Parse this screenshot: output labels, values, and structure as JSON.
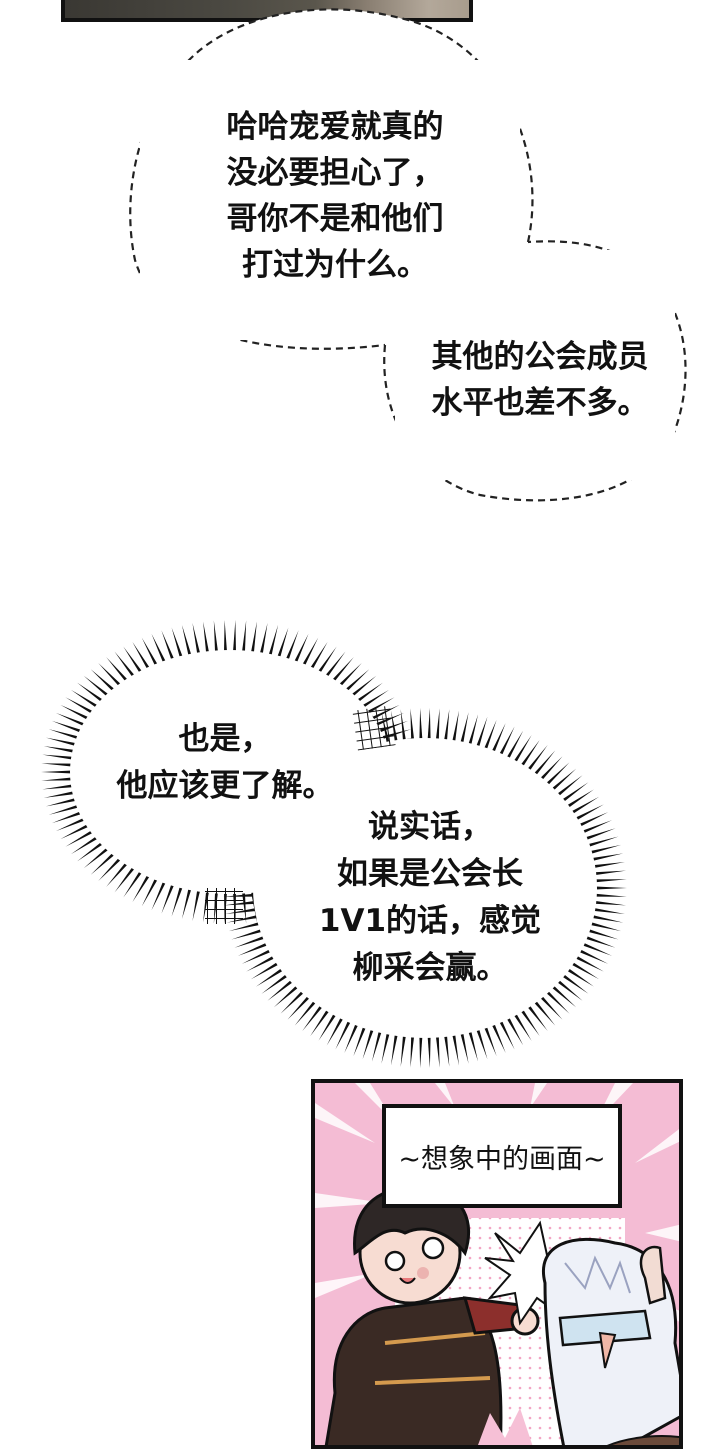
{
  "top_panel": {
    "description": "cropped art panel bottom edge"
  },
  "bubbles": {
    "dashed_left": {
      "lines": [
        "哈哈宠爱就真的",
        "没必要担心了，",
        "哥你不是和他们",
        "打过为什么。"
      ]
    },
    "dashed_right": {
      "lines": [
        "其他的公会成员",
        "水平也差不多。"
      ]
    },
    "spiky_left": {
      "lines": [
        "也是，",
        "他应该更了解。"
      ]
    },
    "spiky_right": {
      "lines": [
        "说实话，",
        "如果是公会长",
        "1V1的话，感觉",
        "柳采会赢。"
      ]
    }
  },
  "panel": {
    "caption": "~想象中的画面~",
    "background_color": "#f4bcd4",
    "characters": [
      "dark-haired-boy-with-glasses",
      "white-haired-character-masked"
    ]
  }
}
